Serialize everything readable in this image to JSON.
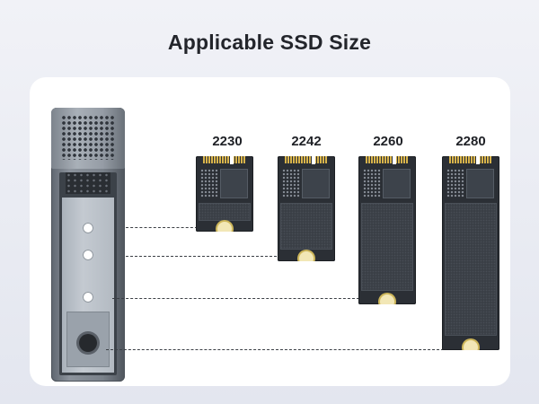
{
  "title": "Applicable SSD Size",
  "ssds": [
    {
      "label": "2230"
    },
    {
      "label": "2242"
    },
    {
      "label": "2260"
    },
    {
      "label": "2280"
    }
  ]
}
